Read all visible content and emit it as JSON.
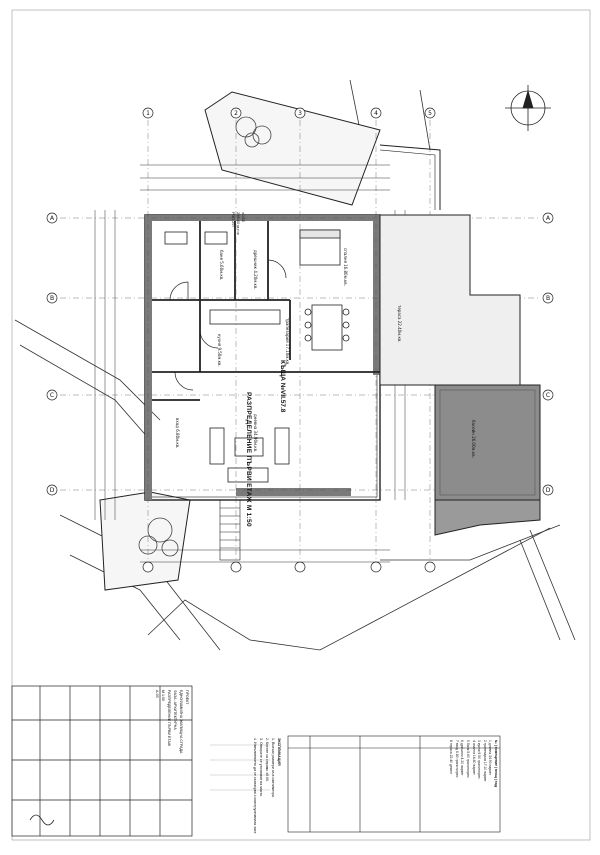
{
  "drawing": {
    "title": "РАЗПРЕДЕЛЕНИЕ ПЪРВИ ЕТАЖ  М 1:50",
    "subtitle": "КЪЩА №VII.57.8",
    "level_marks": [
      "±0.00",
      "285.00 м.н.в",
      "РЗП 297"
    ],
    "axis_letters": [
      "A",
      "B",
      "C",
      "D"
    ],
    "axis_numbers": [
      "1",
      "2",
      "3",
      "4",
      "5"
    ],
    "room_labels": [
      "спалня 16.80м.кв.",
      "баня 5.60м.кв.",
      "дрешник 4.20м.кв.",
      "трапезария 17.10м.кв.",
      "кухня 9.50м.кв.",
      "дневна 34.90м.кв.",
      "тераса 22.40м.кв.",
      "басейн 26.00м.кв.",
      "вход 6.80м.кв."
    ],
    "colors": {
      "line": "#222222",
      "wall": "#7a7a7a",
      "pool": "#8c8c8c",
      "terrace": "#efefef"
    }
  },
  "title_block": {
    "company": "ПРОЕКТ",
    "project": "ЕДНОФАМИЛНА ЖИЛИЩНА СГРАДА",
    "phase": "ФАЗА: АРХИТЕКТУРНА",
    "sheet_name": "РАЗПРЕДЕЛЕНИЕ ПЪРВИ ЕТАЖ",
    "scale": "М 1:50",
    "sheet_no": "А-03"
  },
  "legend": {
    "title": "ЭКСПЛИКАЦИЯ",
    "notes": [
      "1. Всички размери са в сантиметри.",
      "2. Котите са спрямо ±0.00.",
      "3. Отворите се уточняват на място.",
      "4. Изпълнението да се съгласува с конструктивната част."
    ]
  },
  "schedule": {
    "headers": [
      "№",
      "помещение",
      "площ",
      "под"
    ],
    "rows": [
      [
        "1",
        "дневна",
        "34.90",
        "паркет"
      ],
      [
        "2",
        "трапезария",
        "17.10",
        "паркет"
      ],
      [
        "3",
        "кухня",
        "9.50",
        "гранитогрес"
      ],
      [
        "4",
        "спалня",
        "16.80",
        "паркет"
      ],
      [
        "5",
        "баня",
        "5.60",
        "гранитогрес"
      ],
      [
        "6",
        "дрешник",
        "4.20",
        "паркет"
      ],
      [
        "7",
        "вход",
        "6.80",
        "гранитогрес"
      ],
      [
        "8",
        "тераса",
        "22.40",
        "декинг"
      ]
    ]
  }
}
